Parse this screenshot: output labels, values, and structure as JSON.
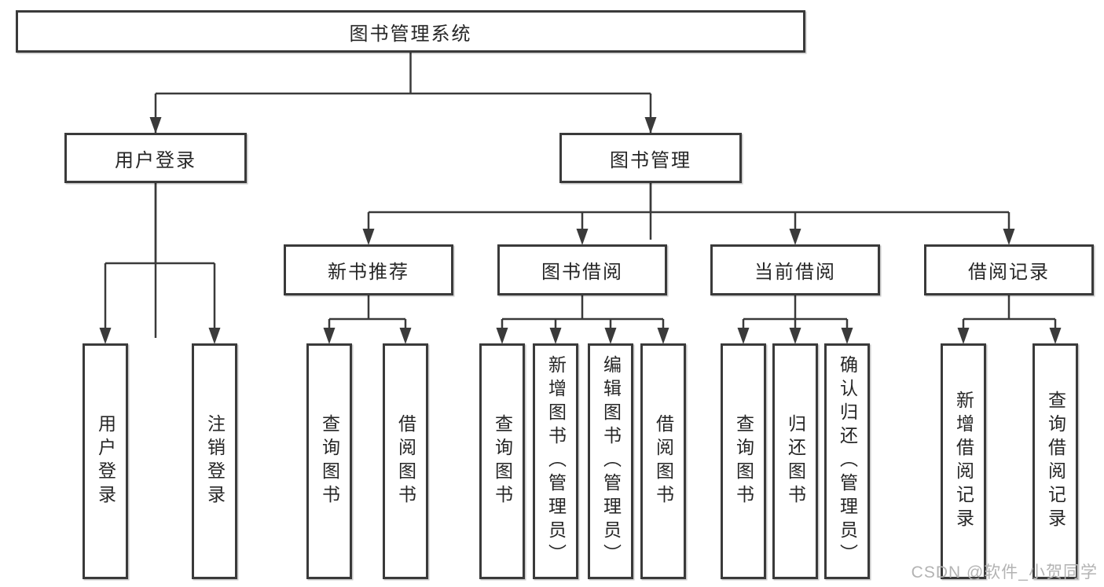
{
  "root": {
    "label": "图书管理系统"
  },
  "level2": [
    {
      "label": "用户登录"
    },
    {
      "label": "图书管理"
    }
  ],
  "level3": [
    {
      "label": "新书推荐"
    },
    {
      "label": "图书借阅"
    },
    {
      "label": "当前借阅"
    },
    {
      "label": "借阅记录"
    }
  ],
  "leaves": [
    {
      "label": "用户登录"
    },
    {
      "label": "注销登录"
    },
    {
      "label": "查询图书"
    },
    {
      "label": "借阅图书"
    },
    {
      "label": "查询图书"
    },
    {
      "label": "新增图书（管理员）"
    },
    {
      "label": "编辑图书（管理员）"
    },
    {
      "label": "借阅图书"
    },
    {
      "label": "查询图书"
    },
    {
      "label": "归还图书"
    },
    {
      "label": "确认归还（管理员）"
    },
    {
      "label": "新增借阅记录"
    },
    {
      "label": "查询借阅记录"
    }
  ],
  "watermark": "CSDN @软件_小贺同学",
  "colors": {
    "line": "#3a3a3a",
    "text": "#262626",
    "watermark": "#b3b3b3",
    "background": "#ffffff"
  }
}
